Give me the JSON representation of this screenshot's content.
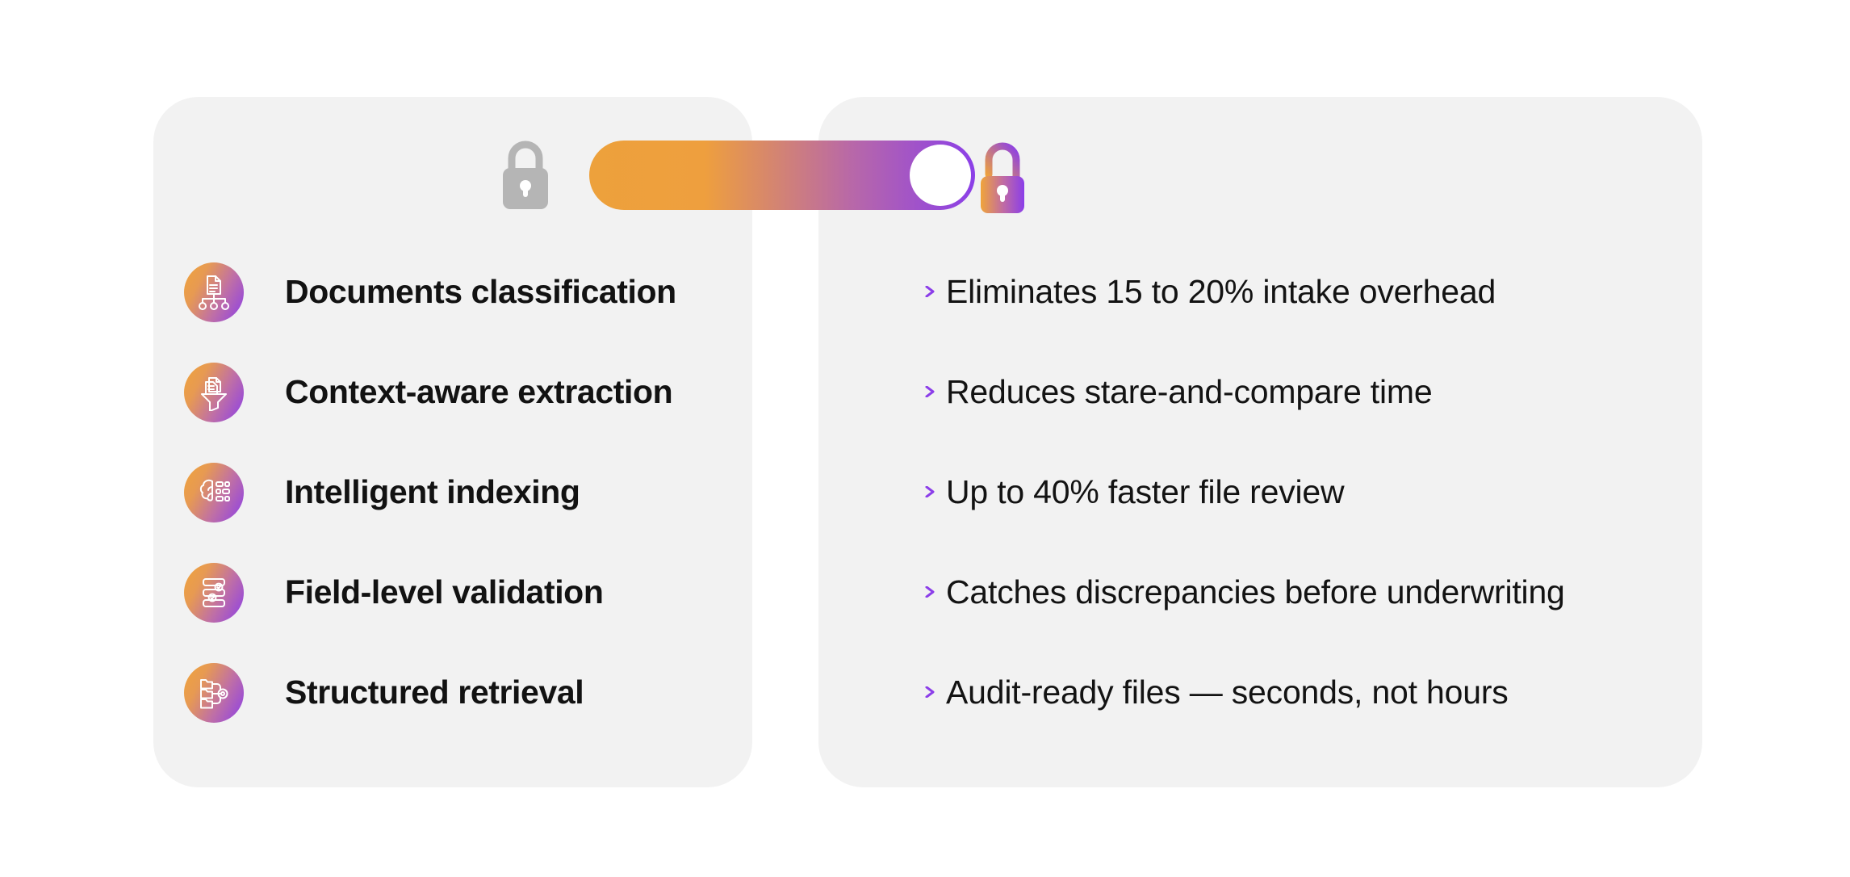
{
  "panels": {
    "left": {
      "name": "capabilities-panel",
      "background": "#f2f2f2"
    },
    "right": {
      "name": "outcomes-panel",
      "background": "#f2f2f2"
    }
  },
  "toggle": {
    "locked_icon_name": "lock-closed-icon",
    "unlocked_icon_name": "lock-unlocked-icon",
    "state": "on",
    "track_gradient_from": "#eda13c",
    "track_gradient_to": "#8b3fe8",
    "knob_color": "#ffffff",
    "locked_icon_color": "#b5b5b5"
  },
  "theme": {
    "accent_orange": "#f0a43a",
    "accent_purple": "#8b3ee9",
    "panel_bg": "#f2f2f2",
    "page_bg": "#ffffff",
    "text_color": "#121212"
  },
  "rows": [
    {
      "icon": "document-classification-icon",
      "capability": "Documents classification",
      "outcome": "Eliminates 15 to 20% intake overhead"
    },
    {
      "icon": "funnel-extraction-icon",
      "capability": "Context-aware extraction",
      "outcome": "Reduces stare-and-compare time"
    },
    {
      "icon": "brain-indexing-icon",
      "capability": "Intelligent indexing",
      "outcome": "Up to 40% faster file review"
    },
    {
      "icon": "field-validation-icon",
      "capability": "Field-level validation",
      "outcome": "Catches discrepancies before underwriting"
    },
    {
      "icon": "folder-retrieval-icon",
      "capability": "Structured retrieval",
      "outcome": "Audit-ready files — seconds, not hours"
    }
  ]
}
